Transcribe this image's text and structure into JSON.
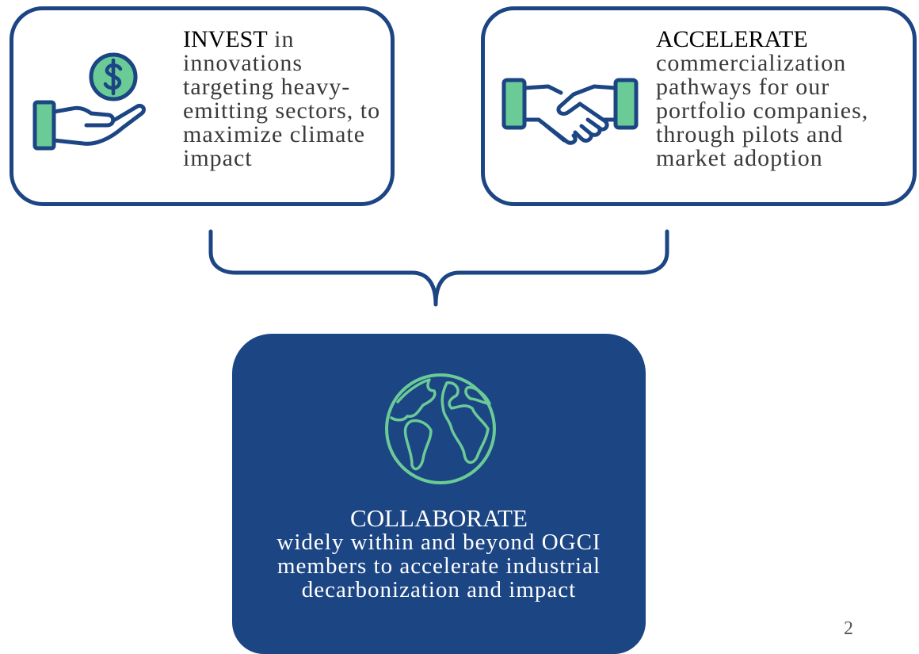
{
  "invest": {
    "title": "INVEST",
    "text": " in innovations targeting heavy-emitting sectors, to maximize climate impact",
    "icon": "money-in-hand-icon"
  },
  "accelerate": {
    "title": "ACCELERATE",
    "text": "commercialization pathways for our portfolio companies, through pilots and market adoption",
    "icon": "handshake-icon"
  },
  "collaborate": {
    "title": "COLLABORATE",
    "text": "widely within and beyond OGCI members to accelerate industrial decarbonization and impact",
    "icon": "globe-icon"
  },
  "page_number": "2",
  "colors": {
    "navy": "#1c4584",
    "green": "#6bcb96"
  }
}
